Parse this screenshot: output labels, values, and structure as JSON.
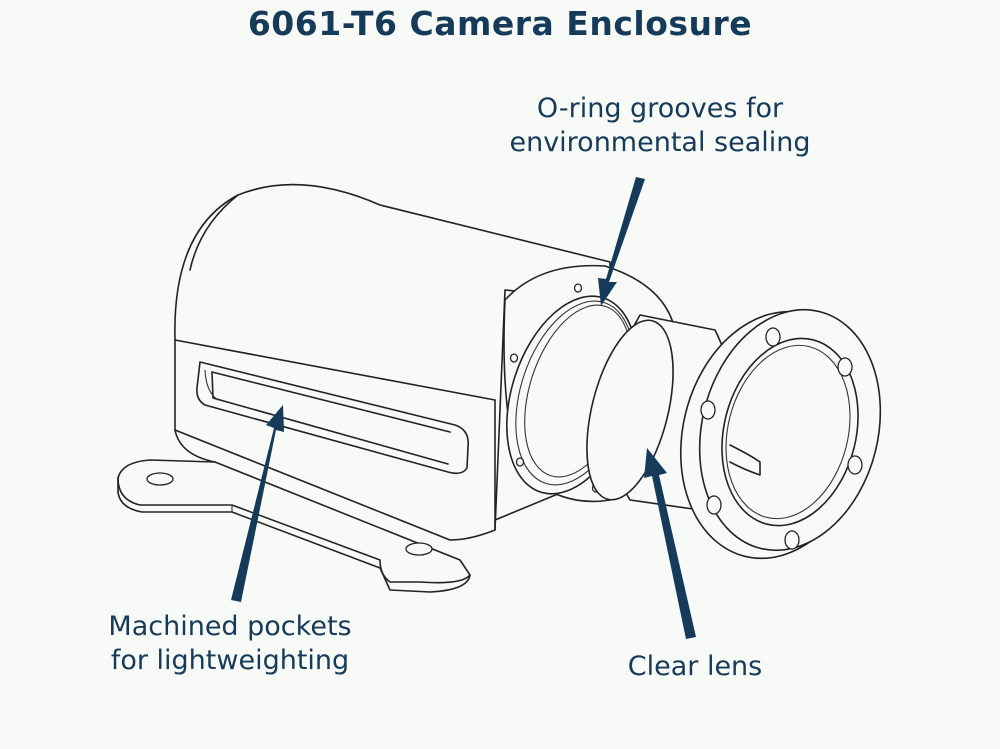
{
  "title": "6061-T6 Camera Enclosure",
  "callouts": {
    "oring": {
      "line1": "O-ring grooves for",
      "line2": "environmental sealing"
    },
    "pockets": {
      "line1": "Machined pockets",
      "line2": "for lightweighting"
    },
    "lens": {
      "line1": "Clear lens"
    }
  },
  "colors": {
    "label": "#163a5a",
    "line": "#222222",
    "background": "#f8faf8"
  }
}
